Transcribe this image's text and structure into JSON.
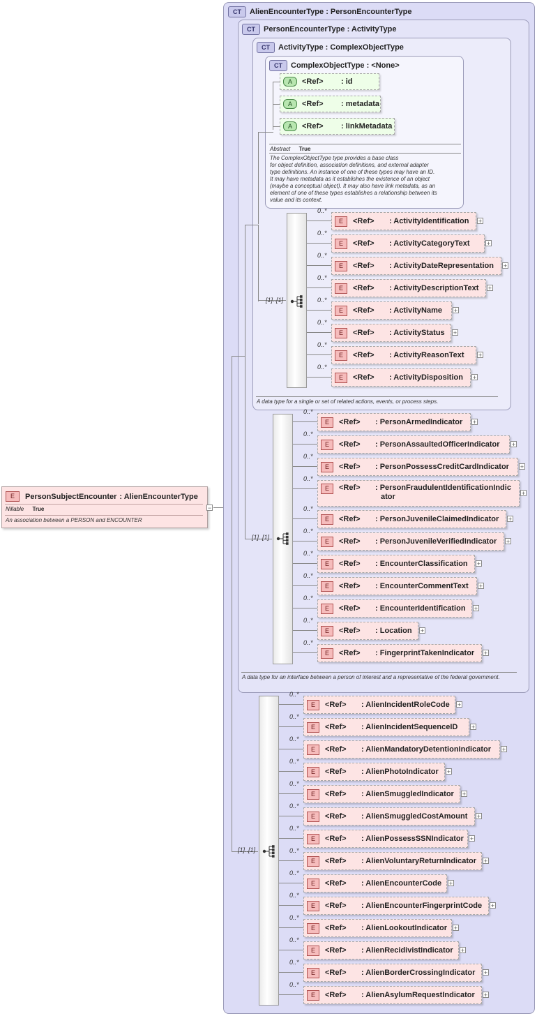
{
  "root": {
    "badge": "E",
    "name": "PersonSubjectEncounter",
    "type": ": AlienEncounterType",
    "nillable_label": "Nillable",
    "nillable_value": "True",
    "description": "An association between a PERSON and ENCOUNTER",
    "expander": "−"
  },
  "types": {
    "alien": {
      "badge": "CT",
      "title": "AlienEncounterType : PersonEncounterType",
      "description": "A data type for an interface between a person of interest and a representative of the federal government."
    },
    "person": {
      "badge": "CT",
      "title": "PersonEncounterType : ActivityType",
      "description": "A data type for an interface between a person of interest and a representative of the federal government."
    },
    "activity": {
      "badge": "CT",
      "title": "ActivityType : ComplexObjectType",
      "description": "A data type for a single or set of related actions, events, or process steps."
    },
    "complex": {
      "badge": "CT",
      "title": "ComplexObjectType : <None>",
      "abstract_label": "Abstract",
      "abstract_value": "True",
      "description": "The ComplexObjectType type provides a base class for object definition, association definitions, and external adapter type definitions. An instance of one of these types may have an ID. It may have metadata as it establishes the existence of an object (maybe a conceptual object). It may also have link metadata, as an element of one of these types establishes a relationship between its value and its context."
    }
  },
  "complex_desc_lines": [
    "The ComplexObjectType type provides a base class",
    "for object definition, association definitions, and external adapter",
    "type definitions. An instance of one of these types may have an ID.",
    "It may have metadata as it establishes the existence of an object",
    "(maybe a conceptual object). It may also have link metadata, as an",
    "element of one of these types establishes a relationship between its",
    "value and its context."
  ],
  "attributes": [
    {
      "badge": "A",
      "ref": "<Ref>",
      "name": ": id"
    },
    {
      "badge": "A",
      "ref": "<Ref>",
      "name": ": metadata"
    },
    {
      "badge": "A",
      "ref": "<Ref>",
      "name": ": linkMetadata"
    }
  ],
  "sequence_multiplicity": "[1]..[1]",
  "element_multiplicity": "0..*",
  "activity_elements": [
    {
      "ref": "<Ref>",
      "name": ": ActivityIdentification"
    },
    {
      "ref": "<Ref>",
      "name": ": ActivityCategoryText"
    },
    {
      "ref": "<Ref>",
      "name": ": ActivityDateRepresentation"
    },
    {
      "ref": "<Ref>",
      "name": ": ActivityDescriptionText"
    },
    {
      "ref": "<Ref>",
      "name": ": ActivityName"
    },
    {
      "ref": "<Ref>",
      "name": ": ActivityStatus"
    },
    {
      "ref": "<Ref>",
      "name": ": ActivityReasonText"
    },
    {
      "ref": "<Ref>",
      "name": ": ActivityDisposition"
    }
  ],
  "person_elements": [
    {
      "ref": "<Ref>",
      "name": ": PersonArmedIndicator"
    },
    {
      "ref": "<Ref>",
      "name": ": PersonAssaultedOfficerIndicator"
    },
    {
      "ref": "<Ref>",
      "name": ": PersonPossessCreditCardIndicator"
    },
    {
      "ref": "<Ref>",
      "name": ": PersonFraudulentIdentificationIndicator",
      "line1": ": PersonFraudulentIdentificationIndic",
      "line2": "ator"
    },
    {
      "ref": "<Ref>",
      "name": ": PersonJuvenileClaimedIndicator"
    },
    {
      "ref": "<Ref>",
      "name": ": PersonJuvenileVerifiedIndicator"
    },
    {
      "ref": "<Ref>",
      "name": ": EncounterClassification"
    },
    {
      "ref": "<Ref>",
      "name": ": EncounterCommentText"
    },
    {
      "ref": "<Ref>",
      "name": ": EncounterIdentification"
    },
    {
      "ref": "<Ref>",
      "name": ": Location"
    },
    {
      "ref": "<Ref>",
      "name": ": FingerprintTakenIndicator"
    }
  ],
  "alien_elements": [
    {
      "ref": "<Ref>",
      "name": ": AlienIncidentRoleCode"
    },
    {
      "ref": "<Ref>",
      "name": ": AlienIncidentSequenceID"
    },
    {
      "ref": "<Ref>",
      "name": ": AlienMandatoryDetentionIndicator"
    },
    {
      "ref": "<Ref>",
      "name": ": AlienPhotoIndicator"
    },
    {
      "ref": "<Ref>",
      "name": ": AlienSmuggledIndicator"
    },
    {
      "ref": "<Ref>",
      "name": ": AlienSmuggledCostAmount"
    },
    {
      "ref": "<Ref>",
      "name": ": AlienPossessSSNIndicator"
    },
    {
      "ref": "<Ref>",
      "name": ": AlienVoluntaryReturnIndicator"
    },
    {
      "ref": "<Ref>",
      "name": ": AlienEncounterCode"
    },
    {
      "ref": "<Ref>",
      "name": ": AlienEncounterFingerprintCode"
    },
    {
      "ref": "<Ref>",
      "name": ": AlienLookoutIndicator"
    },
    {
      "ref": "<Ref>",
      "name": ": AlienRecidivistIndicator"
    },
    {
      "ref": "<Ref>",
      "name": ": AlienBorderCrossingIndicator"
    },
    {
      "ref": "<Ref>",
      "name": ": AlienAsylumRequestIndicator"
    }
  ],
  "element_badge": "E",
  "expander_symbol": "+"
}
